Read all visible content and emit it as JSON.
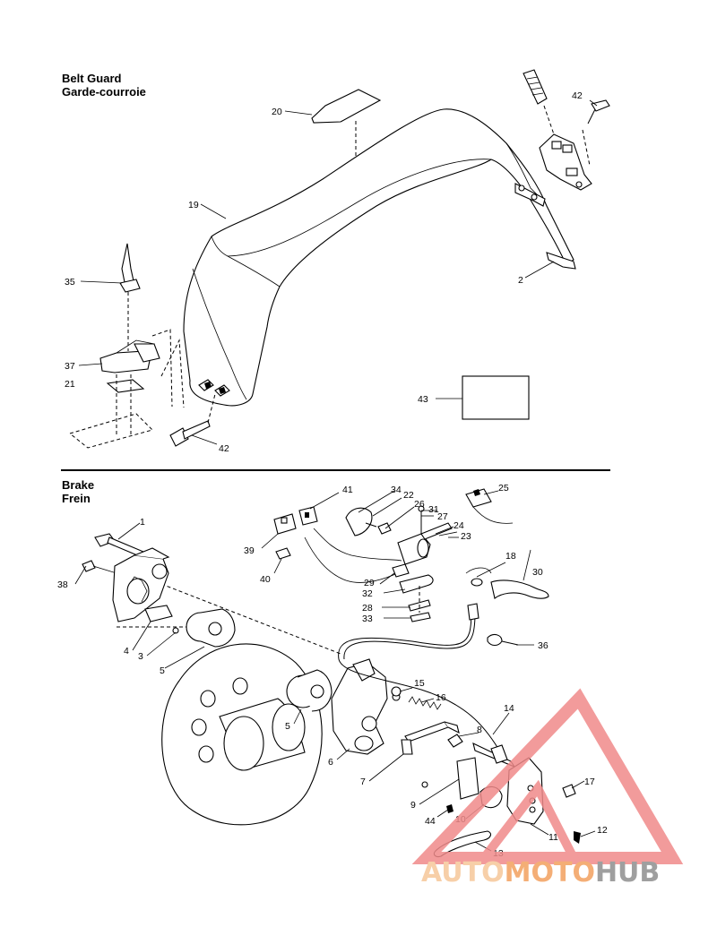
{
  "sections": {
    "belt_guard": {
      "title_en": "Belt Guard",
      "title_fr": "Garde-courroie"
    },
    "brake": {
      "title_en": "Brake",
      "title_fr": "Frein"
    }
  },
  "callouts": {
    "c20": "20",
    "c19": "19",
    "c42a": "42",
    "c2": "2",
    "c35": "35",
    "c37": "37",
    "c21": "21",
    "c42b": "42",
    "c43": "43",
    "c1": "1",
    "c38": "38",
    "c4": "4",
    "c3": "3",
    "c5a": "5",
    "c5b": "5",
    "c6": "6",
    "c7": "7",
    "c8": "8",
    "c9": "9",
    "c44": "44",
    "c10": "10",
    "c11": "11",
    "c12": "12",
    "c13": "13",
    "c14": "14",
    "c15": "15",
    "c16": "16",
    "c17": "17",
    "c18": "18",
    "c22": "22",
    "c23": "23",
    "c24": "24",
    "c25": "25",
    "c26": "26",
    "c27": "27",
    "c28": "28",
    "c29": "29",
    "c30": "30",
    "c31": "31",
    "c32": "32",
    "c33": "33",
    "c34": "34",
    "c36": "36",
    "c39": "39",
    "c40": "40",
    "c41": "41"
  },
  "watermark": {
    "part1": "AUTO",
    "part2": "MOTO",
    "part3": "HUB",
    "colors": {
      "light": "#f6c79a",
      "mid": "#f3a15f",
      "dark": "#8f8f8f",
      "triangle": "#f08a8a"
    }
  }
}
